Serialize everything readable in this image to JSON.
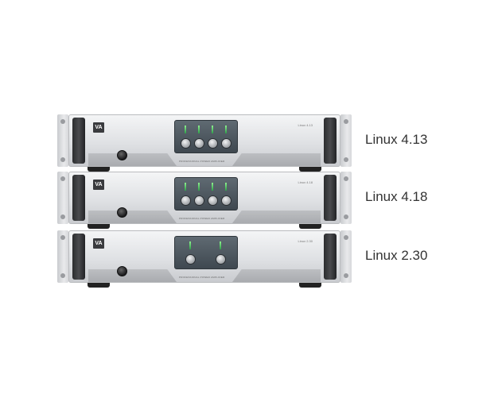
{
  "labels": [
    "Linux 4.13",
    "Linux 4.18",
    "Linux 2.30"
  ],
  "units": [
    {
      "model_text": "Linux 4.13",
      "subtitle": "PROFESSIONAL POWER AMPLIFIER",
      "channels": 4
    },
    {
      "model_text": "Linux 4.18",
      "subtitle": "PROFESSIONAL POWER AMPLIFIER",
      "channels": 4
    },
    {
      "model_text": "Linux 2.30",
      "subtitle": "PROFESSIONAL POWER AMPLIFIER",
      "channels": 2
    }
  ],
  "logo_text": "VA"
}
